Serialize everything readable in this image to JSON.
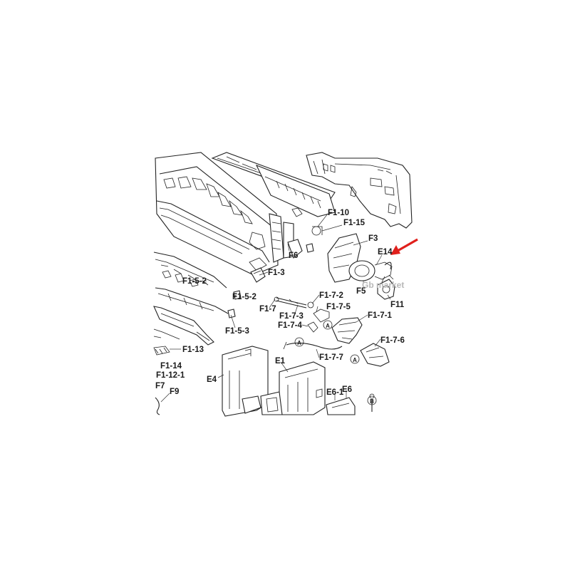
{
  "diagram": {
    "labels": [
      {
        "id": "F1-10",
        "text": "F1-10"
      },
      {
        "id": "F1-15",
        "text": "F1-15"
      },
      {
        "id": "F3",
        "text": "F3"
      },
      {
        "id": "F6",
        "text": "F6"
      },
      {
        "id": "E14",
        "text": "E14"
      },
      {
        "id": "F1-3",
        "text": "F1-3"
      },
      {
        "id": "F1-5-2a",
        "text": "F1-5-2"
      },
      {
        "id": "F1-5-2b",
        "text": "F1-5-2"
      },
      {
        "id": "F5",
        "text": "F5"
      },
      {
        "id": "F11",
        "text": "F11"
      },
      {
        "id": "F1-7-2",
        "text": "F1-7-2"
      },
      {
        "id": "F1-7-5",
        "text": "F1-7-5"
      },
      {
        "id": "F1-7",
        "text": "F1-7"
      },
      {
        "id": "F1-7-3",
        "text": "F1-7-3"
      },
      {
        "id": "F1-7-1",
        "text": "F1-7-1"
      },
      {
        "id": "F1-7-4",
        "text": "F1-7-4"
      },
      {
        "id": "F1-5-3",
        "text": "F1-5-3"
      },
      {
        "id": "F1-7-6",
        "text": "F1-7-6"
      },
      {
        "id": "F1-13",
        "text": "F1-13"
      },
      {
        "id": "F1-7-7",
        "text": "F1-7-7"
      },
      {
        "id": "E1",
        "text": "E1"
      },
      {
        "id": "F1-14",
        "text": "F1-14"
      },
      {
        "id": "F1-12-1",
        "text": "F1-12-1"
      },
      {
        "id": "E4",
        "text": "E4"
      },
      {
        "id": "F7",
        "text": "F7"
      },
      {
        "id": "F9",
        "text": "F9"
      },
      {
        "id": "E6-1",
        "text": "E6-1"
      },
      {
        "id": "E6",
        "text": "E6"
      }
    ],
    "connectors": [
      "A",
      "A",
      "A",
      "B"
    ],
    "watermark": "Gb market",
    "highlight": {
      "target": "E14",
      "color": "#e0201c"
    }
  }
}
